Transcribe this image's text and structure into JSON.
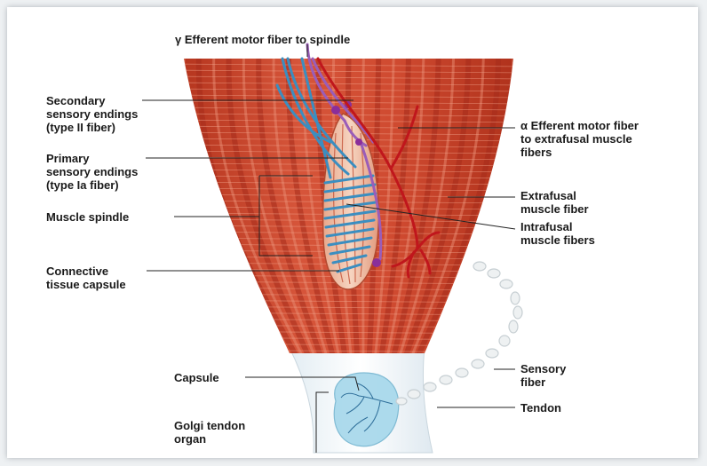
{
  "labels": {
    "gamma_efferent": "γ Efferent motor fiber to spindle",
    "secondary_endings": "Secondary\nsensory endings\n(type II fiber)",
    "primary_endings": "Primary\nsensory endings\n(type Ia fiber)",
    "muscle_spindle": "Muscle spindle",
    "connective_capsule": "Connective\ntissue capsule",
    "alpha_efferent": "α Efferent motor fiber\nto extrafusal muscle\nfibers",
    "extrafusal": "Extrafusal\nmuscle fiber",
    "intrafusal": "Intrafusal\nmuscle fibers",
    "sensory_fiber": "Sensory\nfiber",
    "capsule": "Capsule",
    "tendon": "Tendon",
    "golgi_organ": "Golgi tendon\norgan"
  },
  "colors": {
    "muscle": "#c8452c",
    "muscle_dark": "#a52c1c",
    "muscle_light": "#e88a70",
    "spindle_fill": "#f3c9b0",
    "sensory_blue": "#3b8ec0",
    "gamma_purple": "#9a5db8",
    "alpha_red": "#c0161c",
    "tendon": "#eef4f8",
    "golgi": "#a9d9ec"
  }
}
